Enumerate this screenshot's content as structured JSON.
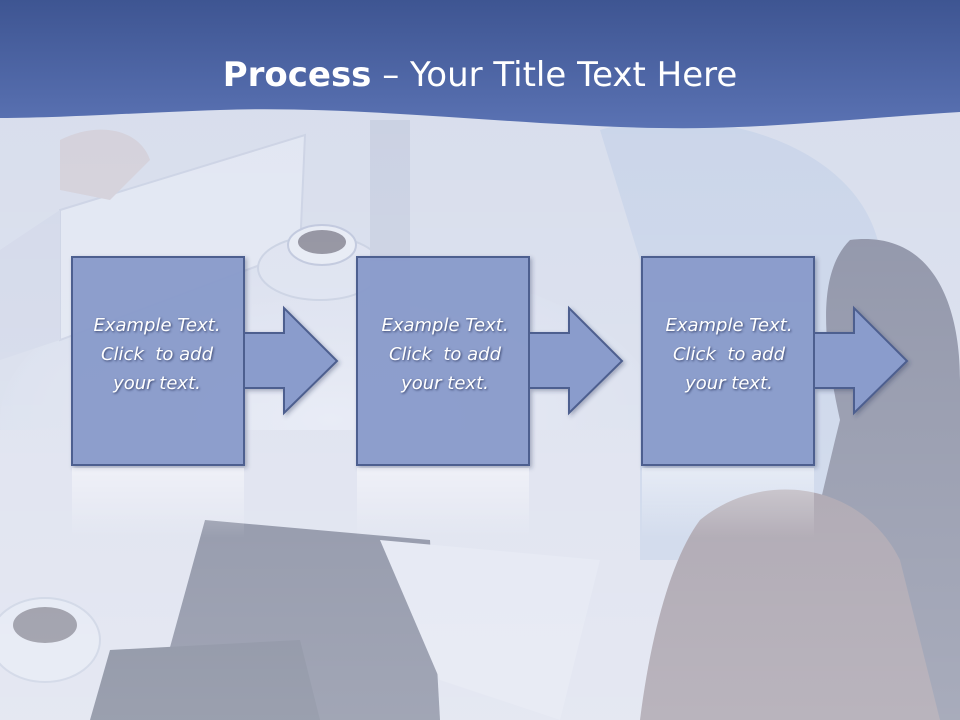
{
  "title": {
    "bold": "Process",
    "rest": " – Your Title Text Here"
  },
  "steps": [
    {
      "line1": "Example Text.",
      "line2": "Click  to add",
      "line3": "your text."
    },
    {
      "line1": "Example Text.",
      "line2": "Click  to add",
      "line3": "your text."
    },
    {
      "line1": "Example Text.",
      "line2": "Click  to add",
      "line3": "your text."
    }
  ],
  "colors": {
    "banner": "#4a64a3",
    "box_fill": "#8a9ccc",
    "box_border": "#4e5f8f",
    "photo_overlay": "#c9d2e8"
  }
}
